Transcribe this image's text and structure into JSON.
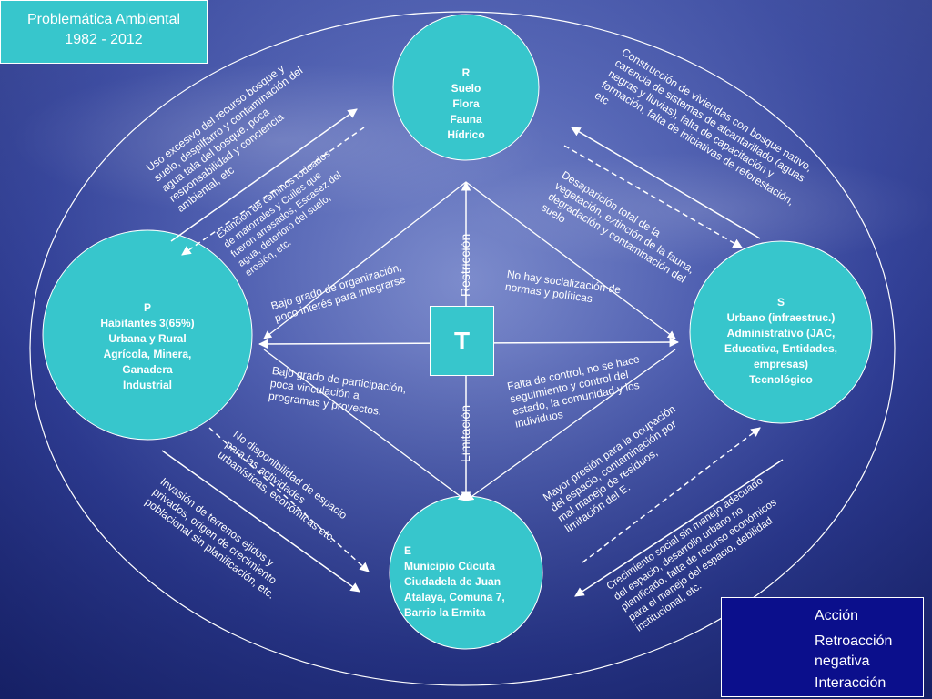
{
  "title": {
    "line1": "Problemática Ambiental",
    "line2": "1982 - 2012"
  },
  "center": {
    "label": "T"
  },
  "circles": {
    "R": "R\nSuelo\nFlora\nFauna\nHídrico",
    "P": "P\nHabitantes 3(65%)\nUrbana y Rural\nAgrícola, Minera,\nGanadera\nIndustrial",
    "S": "S\nUrbano (infraestruc.)\nAdministrativo (JAC,\nEducativa, Entidades,\nempresas)\nTecnológico",
    "E": "E\nMunicipio Cúcuta\nCiudadela de Juan\nAtalaya, Comuna 7,\nBarrio la Ermita"
  },
  "axis_labels": {
    "restriccion": "Restricción",
    "limitacion": "Limitación"
  },
  "annotations": {
    "uso_excesivo": "Uso excesivo del recurso bosque y\nsuelo, despilfarro y contaminación del\nagua tala del bosque, poca\nresponsabilidad y conciencia\nambiental, etc",
    "extincion_caminos": "Extinción de caminos rodeados\nde matorrales y Cuiles que\nfueron arrasados, Escasez del\nagua, deterioro del suelo,\nerosión, etc.",
    "construccion": "Construcción de viviendas con bosque nativo,\ncarencia de sistemas de alcantarillado (aguas\nnegras y lluvias), falta de capacitación y\nformación, falta de iniciativas de reforestación,\netc",
    "desaparicion": "Desaparición total de la\nvegetación, extinción de la fauna,\ndegradación y contaminación del\nsuelo",
    "bajo_organizacion": "Bajo grado de organización,\npoco interés para integrarse",
    "bajo_participacion": "Bajo grado de participación,\npoca vinculación a\nprogramas y proyectos.",
    "no_socializacion": "No hay socialización de\nnormas y políticas",
    "falta_control": "Falta de control, no se hace\nseguimiento y control del\nestado, la comunidad y los\nindividuos",
    "no_disponibilidad": "No disponibilidad de espacio\npara las actividades\nurbanísticas, económicas etc.",
    "invasion": "Invasión de terrenos ejidos y\nprivados, origen de crecimiento\npoblacional sin planificación, etc.",
    "mayor_presion": "Mayor presión para la ocupación\ndel espacio, contaminación por\nmal manejo de residuos,\nlimitación del E.",
    "crecimiento_social": "Crecimiento social sin manejo adecuado\ndel espacio,  desarrollo urbano no\nplanificado, falta de recurso económicos\npara el manejo del espacio, debilidad\ninstitucional, etc."
  },
  "legend": {
    "accion": "Acción",
    "retroaccion_1": "Retroacción",
    "retroaccion_2": "negativa",
    "interaccion": "Interacción"
  },
  "colors": {
    "circle_fill": "#37c6cc",
    "legend_bg": "#0b0f8c",
    "line": "#ffffff"
  }
}
